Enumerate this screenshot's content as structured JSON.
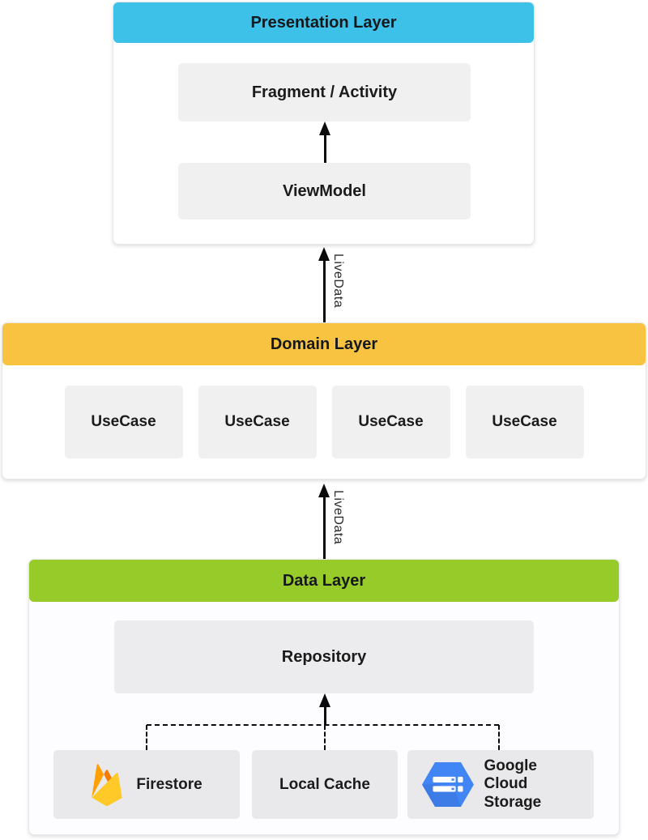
{
  "colors": {
    "presentation_header": "#3ec1e9",
    "domain_header": "#f9c342",
    "data_header": "#97cb29",
    "firebase_yellow": "#FFCA28",
    "firebase_orange": "#FFA000",
    "firebase_deep_orange": "#F57C00",
    "gcs_blue": "#4285F4"
  },
  "presentation_layer": {
    "title": "Presentation Layer",
    "boxes": {
      "fragment": "Fragment / Activity",
      "viewmodel": "ViewModel"
    }
  },
  "domain_layer": {
    "title": "Domain Layer",
    "use_cases": [
      "UseCase",
      "UseCase",
      "UseCase",
      "UseCase"
    ]
  },
  "data_layer": {
    "title": "Data Layer",
    "repository": "Repository",
    "sources": [
      {
        "label": "Firestore",
        "icon": "firebase-icon"
      },
      {
        "label": "Local Cache",
        "icon": "none"
      },
      {
        "label": "Google Cloud Storage",
        "icon": "google-cloud-storage-icon"
      }
    ]
  },
  "connectors": {
    "upper": {
      "label": "LiveData"
    },
    "lower": {
      "label": "LiveData"
    }
  }
}
